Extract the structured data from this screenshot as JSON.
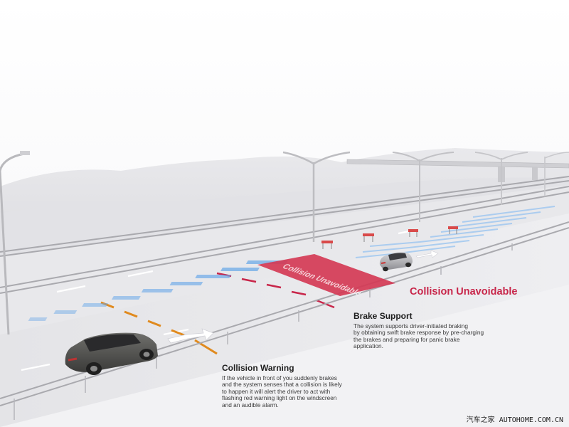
{
  "illustration": {
    "zone_label": "Collision Unavoidable",
    "collision_unavoidable": {
      "title": "Collision Unavoidable"
    },
    "brake_support": {
      "title": "Brake Support",
      "lines": [
        "The system supports driver-initiated braking",
        "by obtaining swift brake response by pre-charging",
        "the brakes and preparing for panic brake",
        "application."
      ]
    },
    "collision_warning": {
      "title": "Collision Warning",
      "lines": [
        "If the vehicle in front of you suddenly brakes",
        "and the system senses that a collision is likely",
        "to happen it will alert the driver to act with",
        "flashing red warning light on the windscreen",
        "and an audible alarm."
      ]
    },
    "colors": {
      "alert_red": "#c8264a",
      "sensor_blue": "#6aa8e8",
      "warning_orange": "#e08a1e"
    },
    "icons": [
      "street-lamp-icon",
      "barrier-icon",
      "suv-car-icon",
      "sedan-car-icon",
      "arrow-icon"
    ]
  },
  "watermark": "汽车之家  AUTOHOME.COM.CN"
}
